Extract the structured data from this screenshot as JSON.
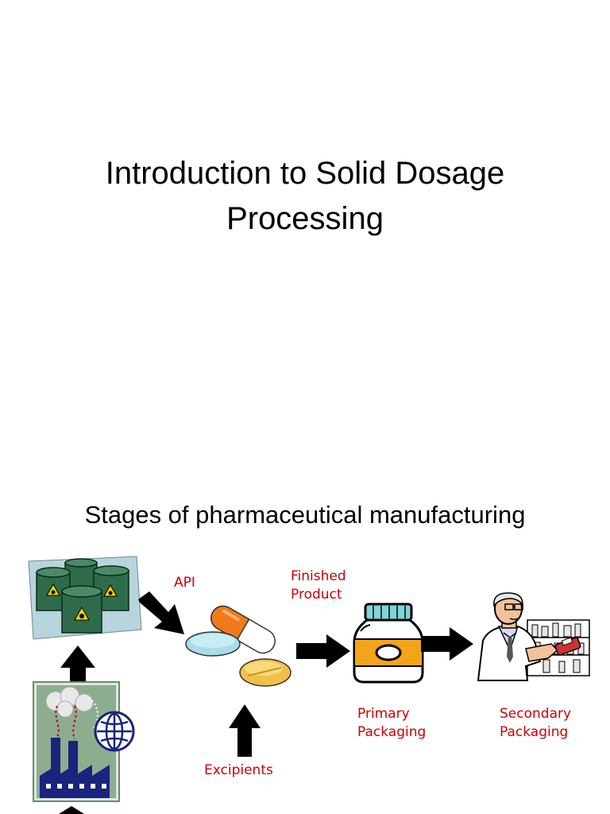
{
  "slide1": {
    "title_line1": "Introduction to Solid Dosage",
    "title_line2": "Processing"
  },
  "slide2": {
    "subtitle": "Stages of pharmaceutical manufacturing",
    "labels": {
      "api": "API",
      "finished_line1": "Finished",
      "finished_line2": "Product",
      "primary_line1": "Primary",
      "primary_line2": "Packaging",
      "secondary_line1": "Secondary",
      "secondary_line2": "Packaging",
      "excipients": "Excipients"
    },
    "colors": {
      "label": "#cc0000",
      "drum": "#2e6b4a",
      "hazard": "#f2d300",
      "arrow": "#000000"
    }
  }
}
